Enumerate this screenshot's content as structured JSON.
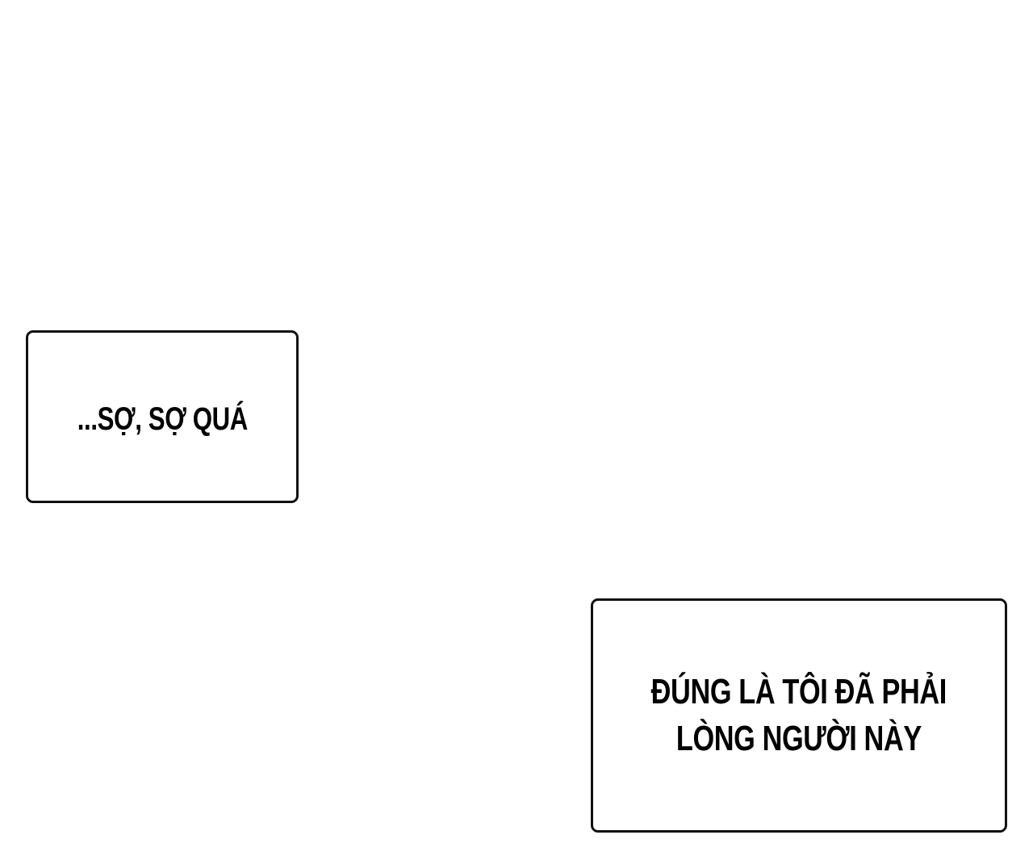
{
  "page": {
    "background_color": "#ffffff"
  },
  "captions": [
    {
      "lines": [
        "...SỢ, SỢ QUÁ"
      ],
      "border_color": "#111111",
      "text_color": "#000000"
    },
    {
      "lines": [
        "ĐÚNG LÀ TÔI ĐÃ PHẢI",
        "LÒNG NGƯỜI NÀY"
      ],
      "border_color": "#111111",
      "text_color": "#000000"
    }
  ]
}
